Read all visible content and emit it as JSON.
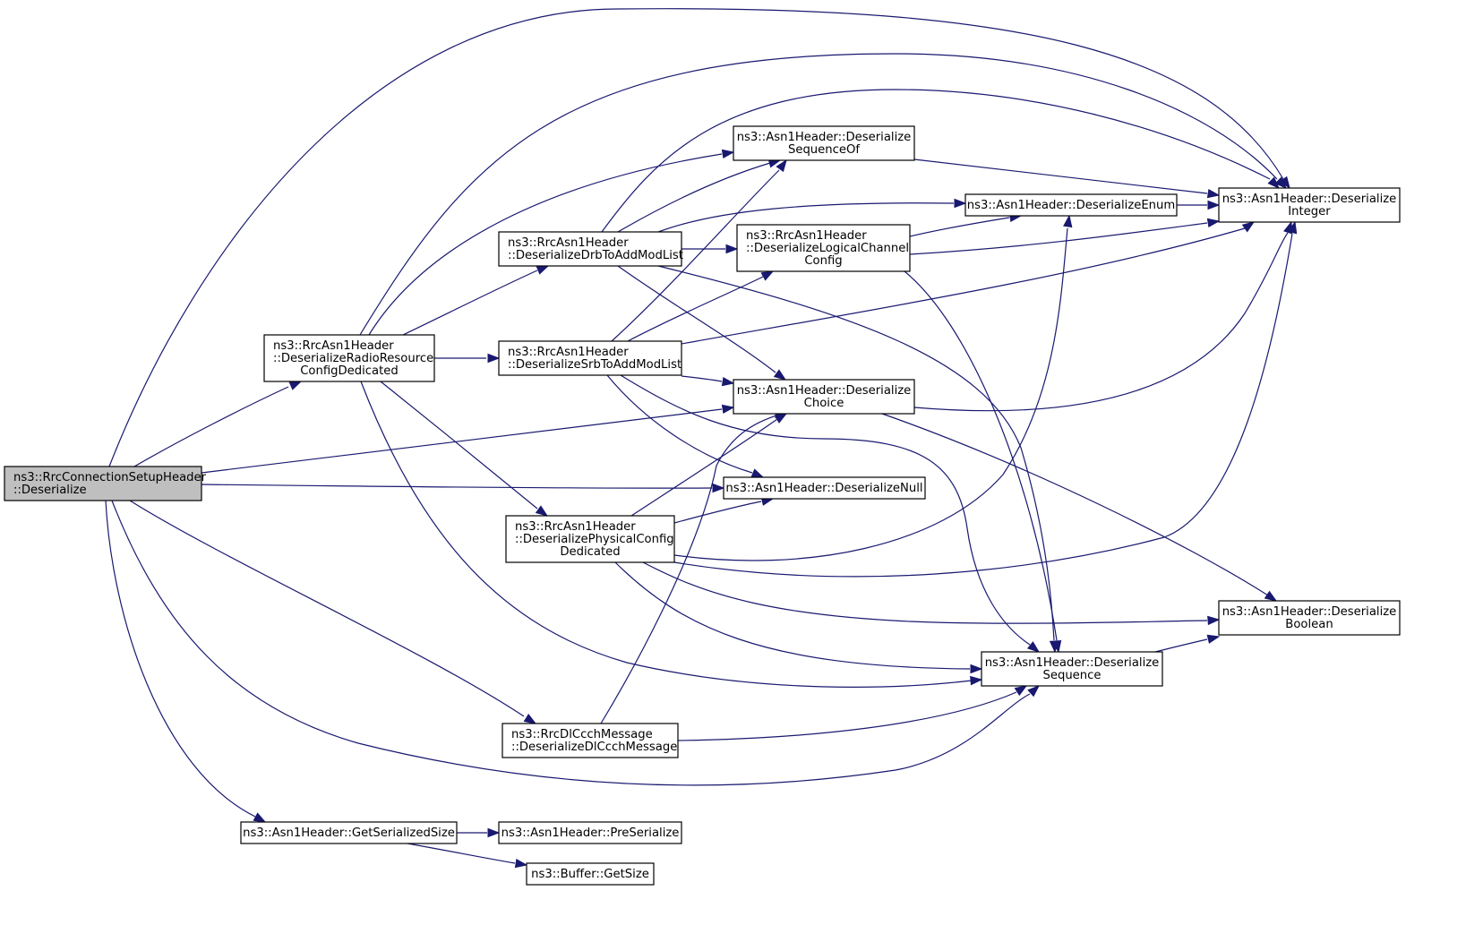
{
  "diagram": {
    "type": "call-graph",
    "colors": {
      "edge": "#191970",
      "root_fill": "#bfbfbf",
      "node_fill": "#ffffff",
      "node_border": "#000000"
    },
    "nodes": [
      {
        "id": "root",
        "lines": [
          "ns3::RrcConnectionSetupHeader",
          "::Deserialize"
        ],
        "root": true
      },
      {
        "id": "radio",
        "lines": [
          "ns3::RrcAsn1Header",
          "::DeserializeRadioResource",
          "ConfigDedicated"
        ]
      },
      {
        "id": "drb",
        "lines": [
          "ns3::RrcAsn1Header",
          "::DeserializeDrbToAddModList"
        ]
      },
      {
        "id": "srb",
        "lines": [
          "ns3::RrcAsn1Header",
          "::DeserializeSrbToAddModList"
        ]
      },
      {
        "id": "phys",
        "lines": [
          "ns3::RrcAsn1Header",
          "::DeserializePhysicalConfig",
          "Dedicated"
        ]
      },
      {
        "id": "dlccch",
        "lines": [
          "ns3::RrcDlCcchMessage",
          "::DeserializeDlCcchMessage"
        ]
      },
      {
        "id": "getsize",
        "lines": [
          "ns3::Asn1Header::GetSerializedSize"
        ]
      },
      {
        "id": "seqof",
        "lines": [
          "ns3::Asn1Header::Deserialize",
          "SequenceOf"
        ]
      },
      {
        "id": "logch",
        "lines": [
          "ns3::RrcAsn1Header",
          "::DeserializeLogicalChannel",
          "Config"
        ]
      },
      {
        "id": "choice",
        "lines": [
          "ns3::Asn1Header::Deserialize",
          "Choice"
        ]
      },
      {
        "id": "null",
        "lines": [
          "ns3::Asn1Header::DeserializeNull"
        ]
      },
      {
        "id": "enum",
        "lines": [
          "ns3::Asn1Header::DeserializeEnum"
        ]
      },
      {
        "id": "integer",
        "lines": [
          "ns3::Asn1Header::Deserialize",
          "Integer"
        ]
      },
      {
        "id": "boolean",
        "lines": [
          "ns3::Asn1Header::Deserialize",
          "Boolean"
        ]
      },
      {
        "id": "sequence",
        "lines": [
          "ns3::Asn1Header::Deserialize",
          "Sequence"
        ]
      },
      {
        "id": "preser",
        "lines": [
          "ns3::Asn1Header::PreSerialize"
        ]
      },
      {
        "id": "bufsize",
        "lines": [
          "ns3::Buffer::GetSize"
        ]
      }
    ],
    "edges": [
      [
        "root",
        "radio"
      ],
      [
        "root",
        "choice"
      ],
      [
        "root",
        "null"
      ],
      [
        "root",
        "dlccch"
      ],
      [
        "root",
        "sequence"
      ],
      [
        "root",
        "getsize"
      ],
      [
        "root",
        "integer"
      ],
      [
        "radio",
        "drb"
      ],
      [
        "radio",
        "srb"
      ],
      [
        "radio",
        "phys"
      ],
      [
        "radio",
        "seqof"
      ],
      [
        "radio",
        "integer"
      ],
      [
        "radio",
        "sequence"
      ],
      [
        "drb",
        "seqof"
      ],
      [
        "drb",
        "logch"
      ],
      [
        "drb",
        "enum"
      ],
      [
        "drb",
        "integer"
      ],
      [
        "drb",
        "choice"
      ],
      [
        "drb",
        "sequence"
      ],
      [
        "srb",
        "seqof"
      ],
      [
        "srb",
        "logch"
      ],
      [
        "srb",
        "integer"
      ],
      [
        "srb",
        "choice"
      ],
      [
        "srb",
        "null"
      ],
      [
        "srb",
        "sequence"
      ],
      [
        "logch",
        "enum"
      ],
      [
        "logch",
        "integer"
      ],
      [
        "logch",
        "sequence"
      ],
      [
        "seqof",
        "integer"
      ],
      [
        "enum",
        "integer"
      ],
      [
        "choice",
        "integer"
      ],
      [
        "choice",
        "boolean"
      ],
      [
        "phys",
        "choice"
      ],
      [
        "phys",
        "null"
      ],
      [
        "phys",
        "enum"
      ],
      [
        "phys",
        "integer"
      ],
      [
        "phys",
        "boolean"
      ],
      [
        "phys",
        "sequence"
      ],
      [
        "dlccch",
        "choice"
      ],
      [
        "dlccch",
        "sequence"
      ],
      [
        "sequence",
        "boolean"
      ],
      [
        "getsize",
        "preser"
      ],
      [
        "getsize",
        "bufsize"
      ]
    ]
  }
}
